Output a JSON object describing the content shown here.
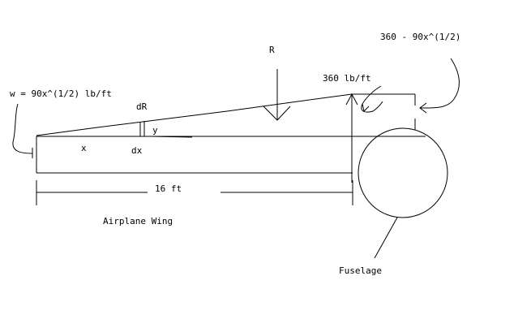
{
  "labels": {
    "distributed_load": "w = 90x^(1/2) lb/ft",
    "resultant": "R",
    "differential_resultant": "dR",
    "y_label": "y",
    "x_label": "x",
    "dx_label": "dx",
    "end_load": "360 lb/ft",
    "remaining_load": "360 - 90x^(1/2)",
    "length": "16 ft",
    "wing_caption": "Airplane Wing",
    "fuselage_caption": "Fuselage"
  }
}
